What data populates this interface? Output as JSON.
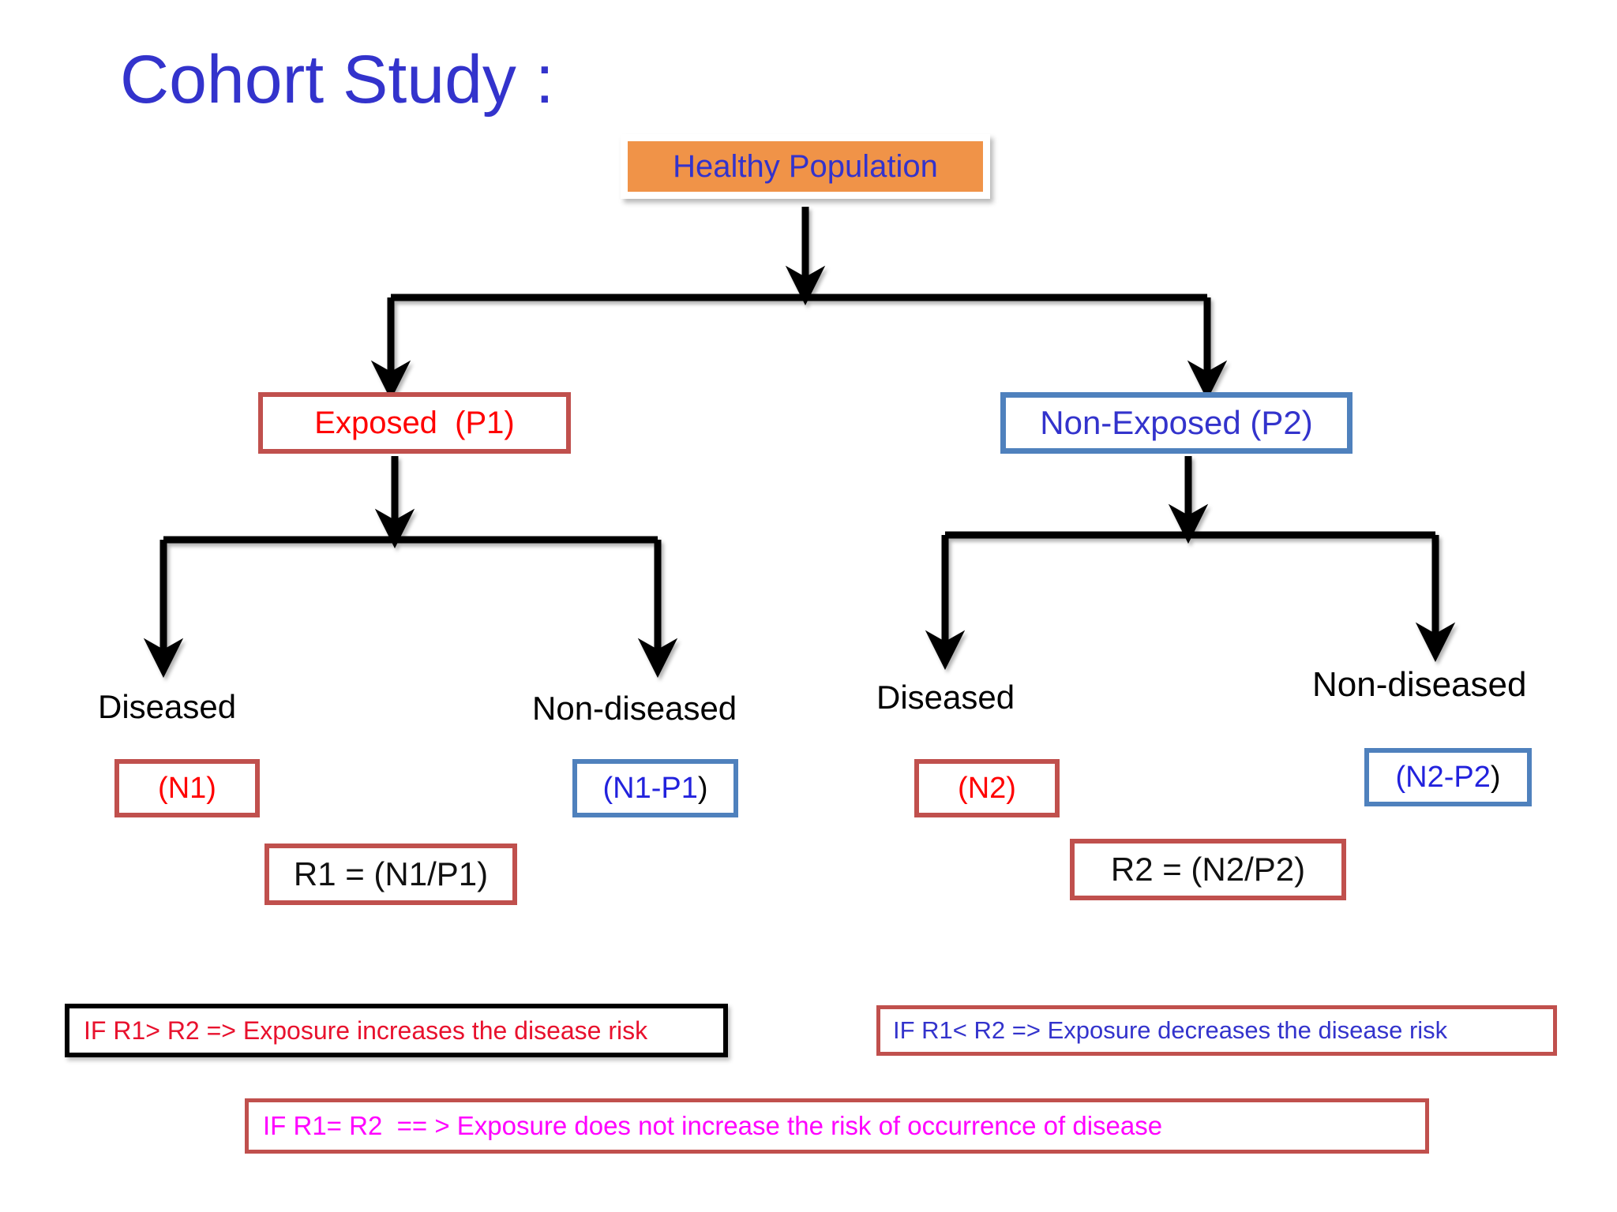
{
  "title": "Cohort Study :",
  "nodes": {
    "healthy_population": "Healthy Population",
    "exposed": "Exposed  (P1)",
    "non_exposed": "Non-Exposed (P2)"
  },
  "left_branch": {
    "diseased_label": "Diseased",
    "non_diseased_label": "Non-diseased",
    "diseased_count": "(N1)",
    "non_diseased_count_main": "(N1-P1",
    "non_diseased_count_paren": ")",
    "ratio": "R1 = (N1/P1)"
  },
  "right_branch": {
    "diseased_label": "Diseased",
    "non_diseased_label": "Non-diseased",
    "diseased_count": "(N2)",
    "non_diseased_count_main": "(N2-P2",
    "non_diseased_count_paren": ")",
    "ratio": "R2 = (N2/P2)"
  },
  "conclusions": {
    "increase": "IF R1> R2 => Exposure increases the disease risk",
    "decrease": "IF R1< R2 => Exposure decreases the disease risk",
    "equal": "IF R1= R2  == > Exposure does not increase the risk of occurrence of disease"
  },
  "colors": {
    "title_blue": "#3333CC",
    "orange_fill": "#F09348",
    "red_text": "#FF0000",
    "brick_border": "#C0504D",
    "steel_blue_border": "#4F81BD",
    "magenta_text": "#FF00FF",
    "banner_red_text": "#E8112D",
    "connector_black": "#000000"
  }
}
